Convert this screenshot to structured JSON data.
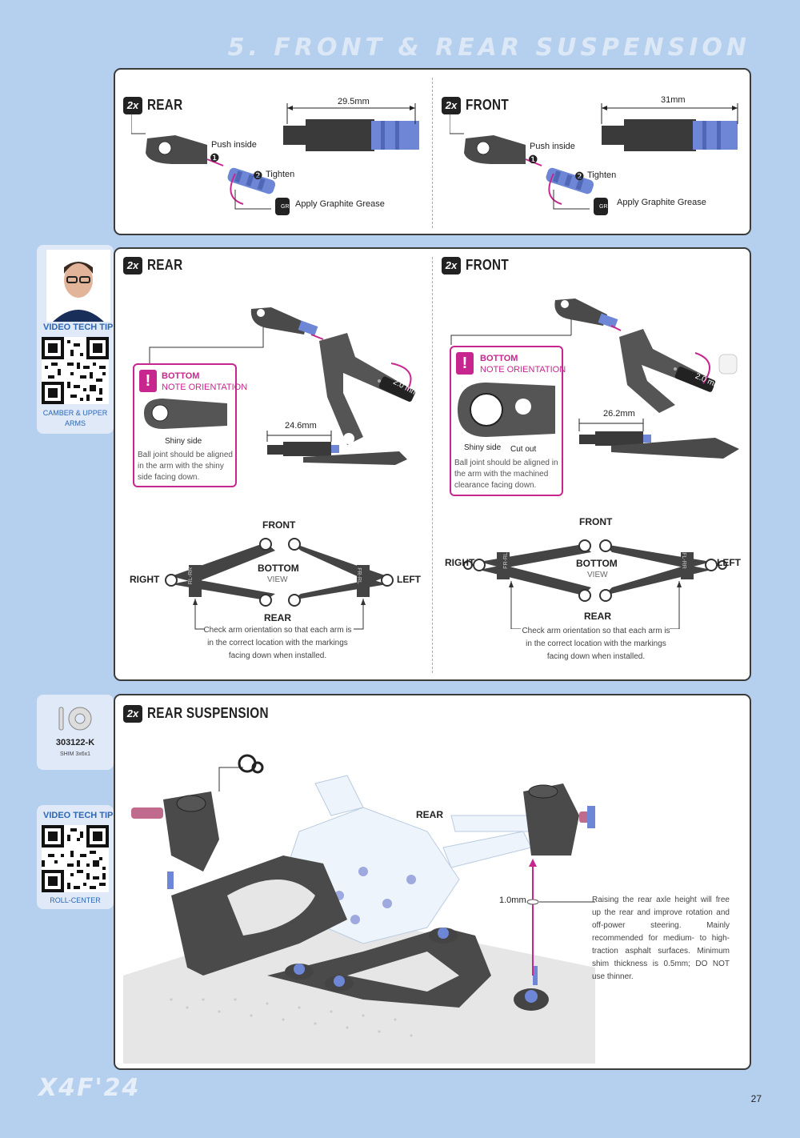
{
  "header": {
    "title": "5. FRONT & REAR SUSPENSION"
  },
  "panel1": {
    "left": {
      "qty": "2x",
      "title": "REAR",
      "dimension": "29.5mm",
      "push": "Push inside",
      "step1": "❶",
      "tighten": "Tighten",
      "step2": "❷",
      "grease": "Apply Graphite Grease",
      "gr": "GR"
    },
    "right": {
      "qty": "2x",
      "title": "FRONT",
      "dimension": "31mm",
      "push": "Push inside",
      "step1": "❶",
      "tighten": "Tighten",
      "step2": "❷",
      "grease": "Apply Graphite Grease",
      "gr": "GR"
    }
  },
  "side_tab1": {
    "video_tip": "VIDEO TECH TIP",
    "caption_line1": "CAMBER & UPPER",
    "caption_line2": "ARMS"
  },
  "panel2": {
    "left": {
      "qty": "2x",
      "title": "REAR",
      "tool": "2.0 mm",
      "dimension": "24.6mm",
      "note_head": "BOTTOM",
      "note_sub": "NOTE ORIENTATION",
      "shiny": "Shiny side",
      "note_text": "Ball joint should be aligned in the arm with the shiny side facing down.",
      "front": "FRONT",
      "rear": "REAR",
      "right": "RIGHT",
      "left": "LEFT",
      "bottom": "BOTTOM",
      "view": "VIEW",
      "mark_a": "RL-RR",
      "mark_b": "FR-RL",
      "check_note": "Check arm orientation so that each arm is in the correct location with the markings facing down when installed."
    },
    "right": {
      "qty": "2x",
      "title": "FRONT",
      "tool": "2.0 mm",
      "dimension": "26.2mm",
      "note_head": "BOTTOM",
      "note_sub": "NOTE ORIENTATION",
      "shiny": "Shiny side",
      "cutout": "Cut out",
      "note_text": "Ball joint should be aligned in the arm with the machined clearance facing down.",
      "front": "FRONT",
      "rear": "REAR",
      "right": "RIGHT",
      "left": "LEFT",
      "bottom": "BOTTOM",
      "view": "VIEW",
      "mark_a": "FR-RL",
      "mark_b": "FL-RR",
      "check_note": "Check arm orientation so that each arm is in the correct location with the markings facing down when installed."
    }
  },
  "side_tab2": {
    "part_no": "303122-K",
    "part_desc": "SHIM 3x6x1"
  },
  "side_tab3": {
    "video_tip": "VIDEO TECH TIP",
    "caption": "ROLL-CENTER"
  },
  "panel3": {
    "qty": "2x",
    "title": "REAR SUSPENSION",
    "rear": "REAR",
    "shim": "1.0mm",
    "note": "Raising the rear axle height will free up the rear and improve rotation and off-power steering. Mainly recommended for medium- to high-traction asphalt surfaces. Minimum shim thickness is 0.5mm; DO NOT use thinner."
  },
  "footer": {
    "logo": "X4F'24",
    "page": "27"
  },
  "colors": {
    "accent": "#c8268f",
    "blue_part": "#6d86d6",
    "background": "#b5cfee"
  }
}
